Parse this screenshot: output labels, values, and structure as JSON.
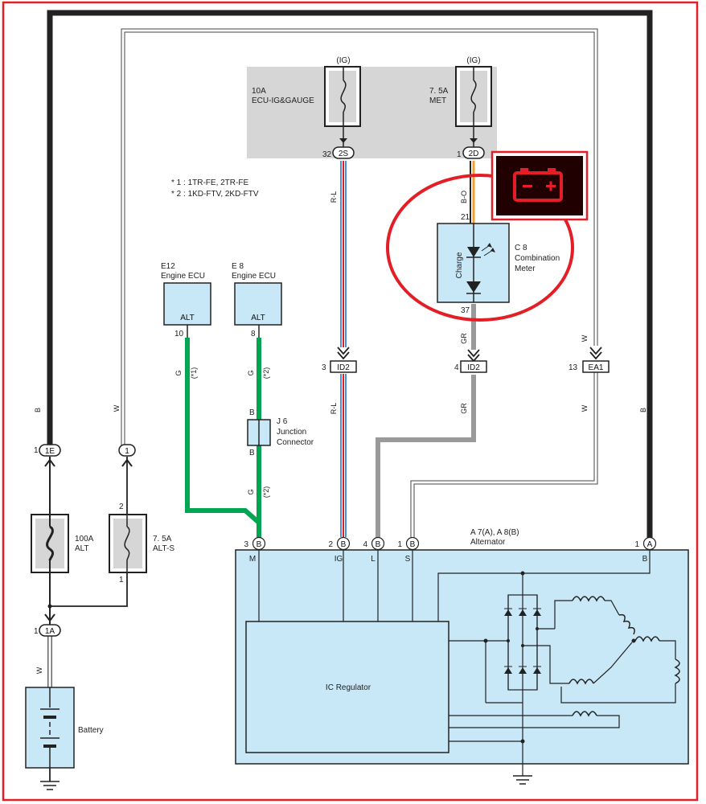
{
  "colors": {
    "frame": "#e41e26",
    "component_fill": "#c8e8f8",
    "fuse_box_fill": "#d6d6d6",
    "wire_black": "#222222",
    "wire_green": "#00a651",
    "wire_gray": "#9a9a9a",
    "wire_orange": "#f0a030",
    "wire_red": "#e41e26",
    "wire_blue": "#4a90d9",
    "highlight": "#e41e26",
    "warning_lamp_bg": "#200000",
    "warning_lamp_icon": "#e41e26"
  },
  "icons": {
    "battery_warning": "battery-warning-icon",
    "ground": "ground-icon",
    "led": "led-icon",
    "diode": "diode-icon",
    "coil": "coil-icon",
    "fuse": "fuse-icon"
  },
  "notes": {
    "line1": "* 1 : 1TR-FE,  2TR-FE",
    "line2": "* 2 : 1KD-FTV,  2KD-FTV"
  },
  "fuses": {
    "ecu_ig": {
      "supply": "(IG)",
      "rating": "10A",
      "name": "ECU-IG&GAUGE",
      "pin_number": "32",
      "connector": "2S"
    },
    "met": {
      "supply": "(IG)",
      "rating": "7. 5A",
      "name": "MET",
      "pin_number": "1",
      "connector": "2D"
    },
    "alt": {
      "rating": "100A",
      "name": "ALT"
    },
    "alt_s": {
      "rating": "7. 5A",
      "name": "ALT-S",
      "top_pin": "2",
      "bottom_pin": "1"
    }
  },
  "components": {
    "e12": {
      "code": "E12",
      "name": "Engine ECU",
      "terminal": "ALT",
      "pin": "10"
    },
    "e8": {
      "code": "E 8",
      "name": "Engine ECU",
      "terminal": "ALT",
      "pin": "8"
    },
    "j6": {
      "code": "J 6",
      "name_line1": "Junction",
      "name_line2": "Connector",
      "pin_top": "B",
      "pin_bottom": "B"
    },
    "meter": {
      "code": "C 8",
      "name_line1": "Combination",
      "name_line2": "Meter",
      "label": "Charge",
      "pin_top": "21",
      "pin_bottom": "37"
    },
    "alternator": {
      "code": "A 7(A), A 8(B)",
      "name": "Alternator",
      "regulator": "IC Regulator"
    },
    "battery": {
      "name": "Battery"
    }
  },
  "alternator_pins": [
    {
      "number": "3",
      "letter": "B",
      "terminal": "M"
    },
    {
      "number": "2",
      "letter": "B",
      "terminal": "IG"
    },
    {
      "number": "4",
      "letter": "B",
      "terminal": "L"
    },
    {
      "number": "1",
      "letter": "B",
      "terminal": "S"
    },
    {
      "number": "1",
      "letter": "A",
      "terminal": "B"
    }
  ],
  "connectors": {
    "c1e": {
      "pin": "1",
      "name": "1E"
    },
    "c1": {
      "name": "1"
    },
    "c1a": {
      "pin": "1",
      "name": "1A"
    },
    "id2a": {
      "pin": "3",
      "name": "ID2"
    },
    "id2b": {
      "pin": "4",
      "name": "ID2"
    },
    "ea1": {
      "pin": "13",
      "name": "EA1"
    }
  },
  "wire_labels": {
    "black": "B",
    "white": "W",
    "green": "G",
    "red_blue": "R-L",
    "black_orange": "B-O",
    "gray": "GR",
    "note1": "(*1)",
    "note2": "(*2)"
  }
}
